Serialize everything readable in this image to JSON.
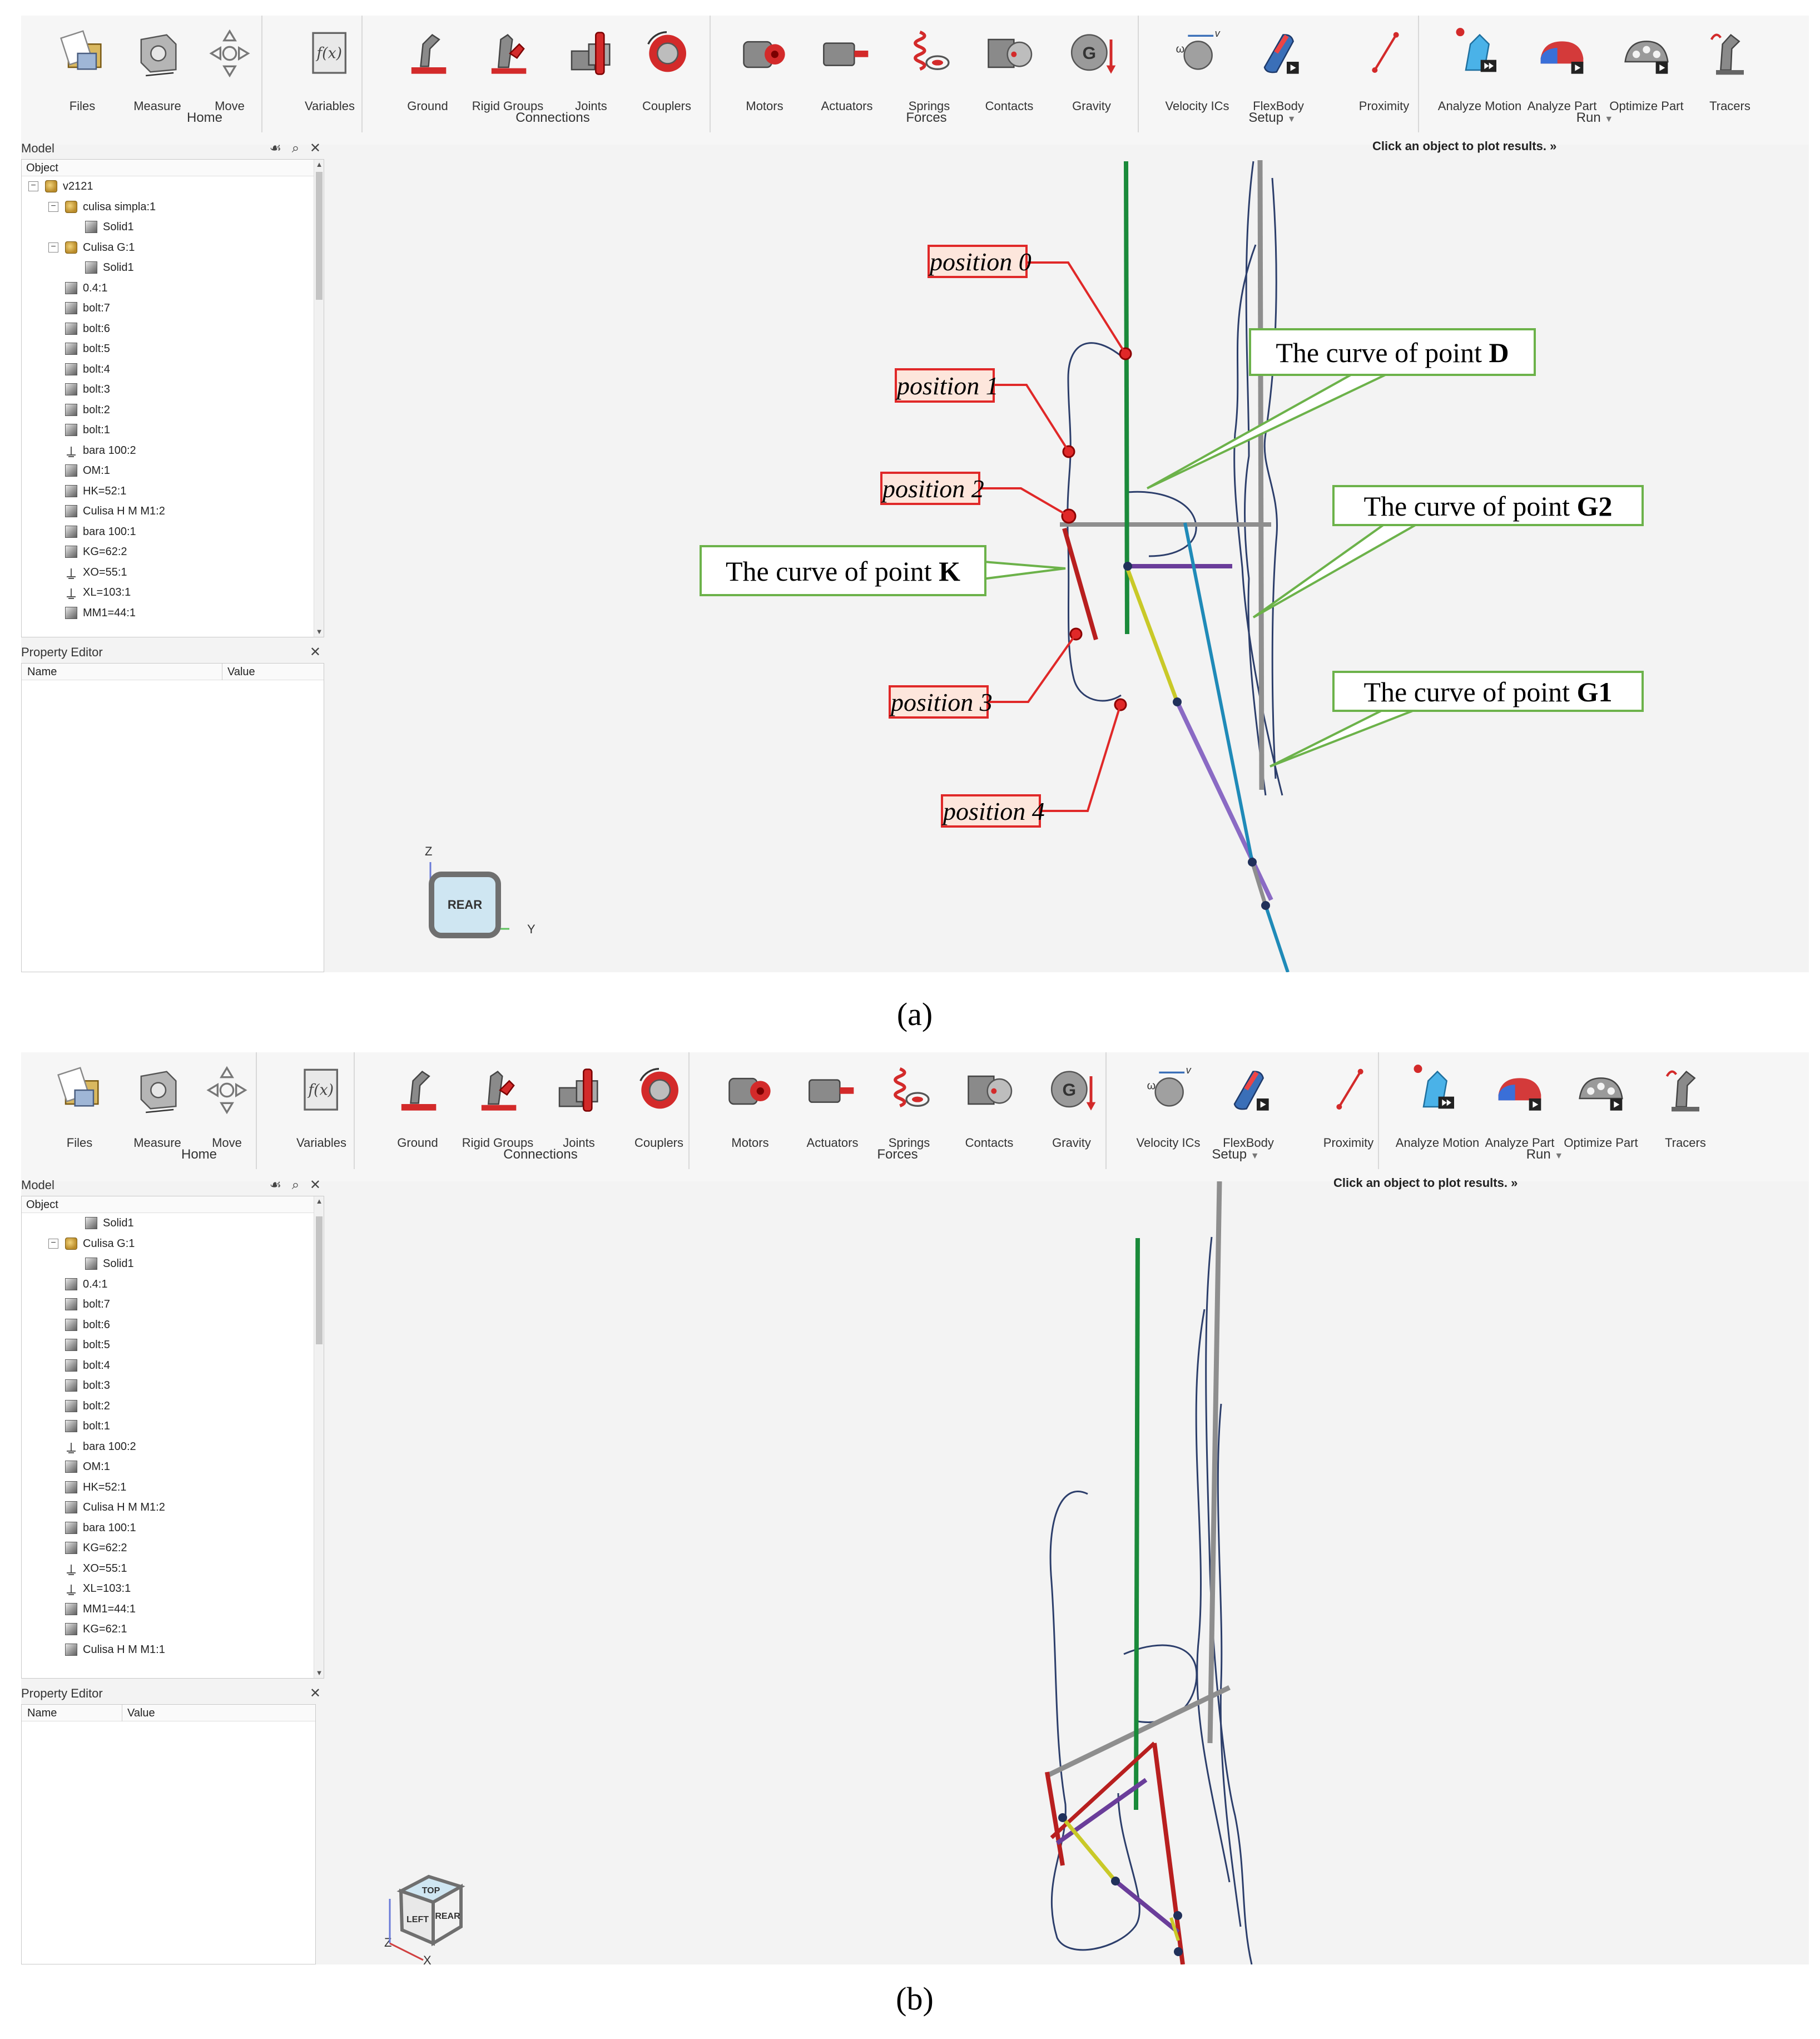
{
  "ribbon": {
    "tools": [
      {
        "key": "files",
        "label": "Files",
        "icon": "files-icon"
      },
      {
        "key": "measure",
        "label": "Measure",
        "icon": "measure-icon"
      },
      {
        "key": "move",
        "label": "Move",
        "icon": "move-icon"
      },
      {
        "key": "variables",
        "label": "Variables",
        "icon": "variables-icon"
      },
      {
        "key": "ground",
        "label": "Ground",
        "icon": "ground-icon"
      },
      {
        "key": "rigid_groups",
        "label": "Rigid Groups",
        "icon": "rigid-groups-icon"
      },
      {
        "key": "joints",
        "label": "Joints",
        "icon": "joints-icon"
      },
      {
        "key": "couplers",
        "label": "Couplers",
        "icon": "couplers-icon"
      },
      {
        "key": "motors",
        "label": "Motors",
        "icon": "motors-icon"
      },
      {
        "key": "actuators",
        "label": "Actuators",
        "icon": "actuators-icon"
      },
      {
        "key": "springs",
        "label": "Springs",
        "icon": "springs-icon"
      },
      {
        "key": "contacts",
        "label": "Contacts",
        "icon": "contacts-icon"
      },
      {
        "key": "gravity",
        "label": "Gravity",
        "icon": "gravity-icon"
      },
      {
        "key": "velocity_ics",
        "label": "Velocity ICs",
        "icon": "velocity-ics-icon"
      },
      {
        "key": "flexbody",
        "label": "FlexBody",
        "icon": "flexbody-icon"
      },
      {
        "key": "proximity",
        "label": "Proximity",
        "icon": "proximity-icon"
      },
      {
        "key": "analyze_motion",
        "label": "Analyze Motion",
        "icon": "analyze-motion-icon"
      },
      {
        "key": "analyze_part",
        "label": "Analyze Part",
        "icon": "analyze-part-icon"
      },
      {
        "key": "optimize_part",
        "label": "Optimize Part",
        "icon": "optimize-part-icon"
      },
      {
        "key": "tracers",
        "label": "Tracers",
        "icon": "tracers-icon"
      }
    ],
    "groups": {
      "home": "Home",
      "connections": "Connections",
      "forces": "Forces",
      "setup": "Setup",
      "run": "Run"
    },
    "hint": "Click an object to plot results.",
    "hint_chevron": "»"
  },
  "model_panel": {
    "title": "Model",
    "column": "Object",
    "controls": "☙ ⌕ ✕",
    "items_a": [
      {
        "text": "v2121",
        "indent": 0,
        "toggle": "−",
        "icon": "assembly"
      },
      {
        "text": "culisa simpla:1",
        "indent": 1,
        "toggle": "−",
        "icon": "assembly"
      },
      {
        "text": "Solid1",
        "indent": 2,
        "toggle": "",
        "icon": "part"
      },
      {
        "text": "Culisa G:1",
        "indent": 1,
        "toggle": "−",
        "icon": "assembly"
      },
      {
        "text": "Solid1",
        "indent": 2,
        "toggle": "",
        "icon": "part"
      },
      {
        "text": "0.4:1",
        "indent": 1,
        "toggle": "",
        "icon": "part"
      },
      {
        "text": "bolt:7",
        "indent": 1,
        "toggle": "",
        "icon": "part"
      },
      {
        "text": "bolt:6",
        "indent": 1,
        "toggle": "",
        "icon": "part"
      },
      {
        "text": "bolt:5",
        "indent": 1,
        "toggle": "",
        "icon": "part"
      },
      {
        "text": "bolt:4",
        "indent": 1,
        "toggle": "",
        "icon": "part"
      },
      {
        "text": "bolt:3",
        "indent": 1,
        "toggle": "",
        "icon": "part"
      },
      {
        "text": "bolt:2",
        "indent": 1,
        "toggle": "",
        "icon": "part"
      },
      {
        "text": "bolt:1",
        "indent": 1,
        "toggle": "",
        "icon": "part"
      },
      {
        "text": "bara 100:2",
        "indent": 1,
        "toggle": "",
        "icon": "ground"
      },
      {
        "text": "OM:1",
        "indent": 1,
        "toggle": "",
        "icon": "part"
      },
      {
        "text": "HK=52:1",
        "indent": 1,
        "toggle": "",
        "icon": "part"
      },
      {
        "text": "Culisa H M M1:2",
        "indent": 1,
        "toggle": "",
        "icon": "part"
      },
      {
        "text": "bara 100:1",
        "indent": 1,
        "toggle": "",
        "icon": "part"
      },
      {
        "text": "KG=62:2",
        "indent": 1,
        "toggle": "",
        "icon": "part"
      },
      {
        "text": "XO=55:1",
        "indent": 1,
        "toggle": "",
        "icon": "ground"
      },
      {
        "text": "XL=103:1",
        "indent": 1,
        "toggle": "",
        "icon": "ground"
      },
      {
        "text": "MM1=44:1",
        "indent": 1,
        "toggle": "",
        "icon": "part"
      }
    ],
    "items_b": [
      {
        "text": "Solid1",
        "indent": 2,
        "toggle": "",
        "icon": "part"
      },
      {
        "text": "Culisa G:1",
        "indent": 1,
        "toggle": "−",
        "icon": "assembly"
      },
      {
        "text": "Solid1",
        "indent": 2,
        "toggle": "",
        "icon": "part"
      },
      {
        "text": "0.4:1",
        "indent": 1,
        "toggle": "",
        "icon": "part"
      },
      {
        "text": "bolt:7",
        "indent": 1,
        "toggle": "",
        "icon": "part"
      },
      {
        "text": "bolt:6",
        "indent": 1,
        "toggle": "",
        "icon": "part"
      },
      {
        "text": "bolt:5",
        "indent": 1,
        "toggle": "",
        "icon": "part"
      },
      {
        "text": "bolt:4",
        "indent": 1,
        "toggle": "",
        "icon": "part"
      },
      {
        "text": "bolt:3",
        "indent": 1,
        "toggle": "",
        "icon": "part"
      },
      {
        "text": "bolt:2",
        "indent": 1,
        "toggle": "",
        "icon": "part"
      },
      {
        "text": "bolt:1",
        "indent": 1,
        "toggle": "",
        "icon": "part"
      },
      {
        "text": "bara 100:2",
        "indent": 1,
        "toggle": "",
        "icon": "ground"
      },
      {
        "text": "OM:1",
        "indent": 1,
        "toggle": "",
        "icon": "part"
      },
      {
        "text": "HK=52:1",
        "indent": 1,
        "toggle": "",
        "icon": "part"
      },
      {
        "text": "Culisa H M M1:2",
        "indent": 1,
        "toggle": "",
        "icon": "part"
      },
      {
        "text": "bara 100:1",
        "indent": 1,
        "toggle": "",
        "icon": "part"
      },
      {
        "text": "KG=62:2",
        "indent": 1,
        "toggle": "",
        "icon": "part"
      },
      {
        "text": "XO=55:1",
        "indent": 1,
        "toggle": "",
        "icon": "ground"
      },
      {
        "text": "XL=103:1",
        "indent": 1,
        "toggle": "",
        "icon": "ground"
      },
      {
        "text": "MM1=44:1",
        "indent": 1,
        "toggle": "",
        "icon": "part"
      },
      {
        "text": "KG=62:1",
        "indent": 1,
        "toggle": "",
        "icon": "part"
      },
      {
        "text": "Culisa H M M1:1",
        "indent": 1,
        "toggle": "",
        "icon": "part"
      }
    ]
  },
  "property_editor": {
    "title": "Property Editor",
    "close": "✕",
    "col_name": "Name",
    "col_value": "Value"
  },
  "viewport": {
    "view_cube_a": {
      "face": "REAR",
      "axis_up": "Z",
      "axis_right": "Y"
    },
    "view_cube_b": {
      "top": "TOP",
      "left": "LEFT",
      "right": "REAR",
      "axis_up": "Z",
      "axis_right": "X"
    }
  },
  "annotations": {
    "positions": [
      "position 0",
      "position 1",
      "position 2",
      "position 3",
      "position 4"
    ],
    "curve_prefix": "The curve of point ",
    "curve_d": "D",
    "curve_g2": "G2",
    "curve_k": "K",
    "curve_g1": "G1"
  },
  "captions": {
    "a": "(a)",
    "b": "(b)"
  },
  "colors": {
    "callout_green": "#6cb24a",
    "position_red": "#e02828",
    "position_fill": "#fde6dc",
    "link_green": "#1a8a3a",
    "link_gray": "#8e8e8e",
    "link_blue": "#1f8ab8",
    "link_purple": "#6a3d9a",
    "link_yellow": "#c9c928",
    "link_red": "#b81f1f",
    "curve_navy": "#2c3e6b"
  }
}
